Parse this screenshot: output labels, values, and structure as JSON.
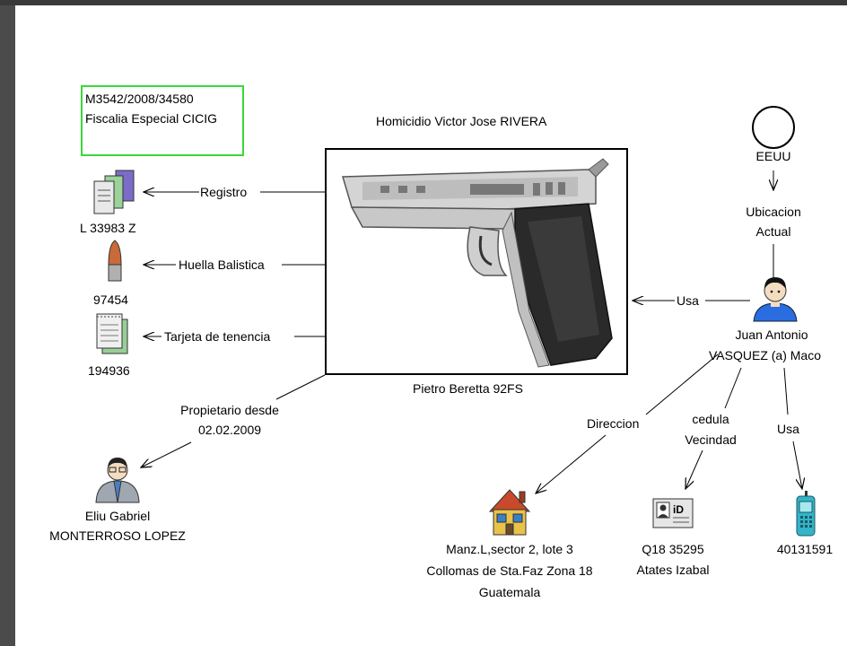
{
  "case": {
    "line1": "M3542/2008/34580",
    "line2": "Fiscalia Especial CICIG"
  },
  "title": "Homicidio Victor Jose RIVERA",
  "weapon": {
    "name": "Pietro Beretta 92FS"
  },
  "left_items": [
    {
      "relation": "Registro",
      "value": "L 33983 Z",
      "icon": "documents-icon"
    },
    {
      "relation": "Huella Balistica",
      "value": "97454",
      "icon": "bullet-icon"
    },
    {
      "relation": "Tarjeta de tenencia",
      "value": "194936",
      "icon": "notepad-icon"
    }
  ],
  "owner": {
    "relation_line1": "Propietario desde",
    "relation_line2": "02.02.2009",
    "name_line1": "Eliu Gabriel",
    "name_line2": "MONTERROSO LOPEZ"
  },
  "suspect": {
    "name_line1": "Juan Antonio",
    "name_line2": "VASQUEZ (a) Maco",
    "uses_relation": "Usa"
  },
  "location": {
    "relation_line1": "Ubicacion",
    "relation_line2": "Actual",
    "name": "EEUU"
  },
  "address": {
    "relation": "Direccion",
    "line1": "Manz.L,sector 2, lote 3",
    "line2": "Collomas de Sta.Faz Zona 18",
    "line3": "Guatemala"
  },
  "id_card": {
    "relation_line1": "cedula",
    "relation_line2": "Vecindad",
    "line1": "Q18 35295",
    "line2": "Atates Izabal"
  },
  "phone": {
    "relation": "Usa",
    "number": "40131591"
  },
  "colors": {
    "case_border": "#39d839",
    "background": "#ffffff",
    "frame": "#454545"
  }
}
